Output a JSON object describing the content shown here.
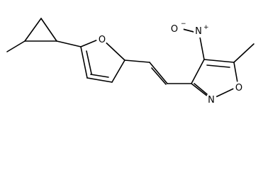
{
  "molecule": {
    "atoms": {
      "o_furan": "O",
      "o_nitro": "O",
      "o_nitro_charge": "−",
      "n_nitro": "N",
      "n_nitro_charge": "+",
      "n_isoxazole": "N",
      "o_isoxazole": "O"
    }
  }
}
